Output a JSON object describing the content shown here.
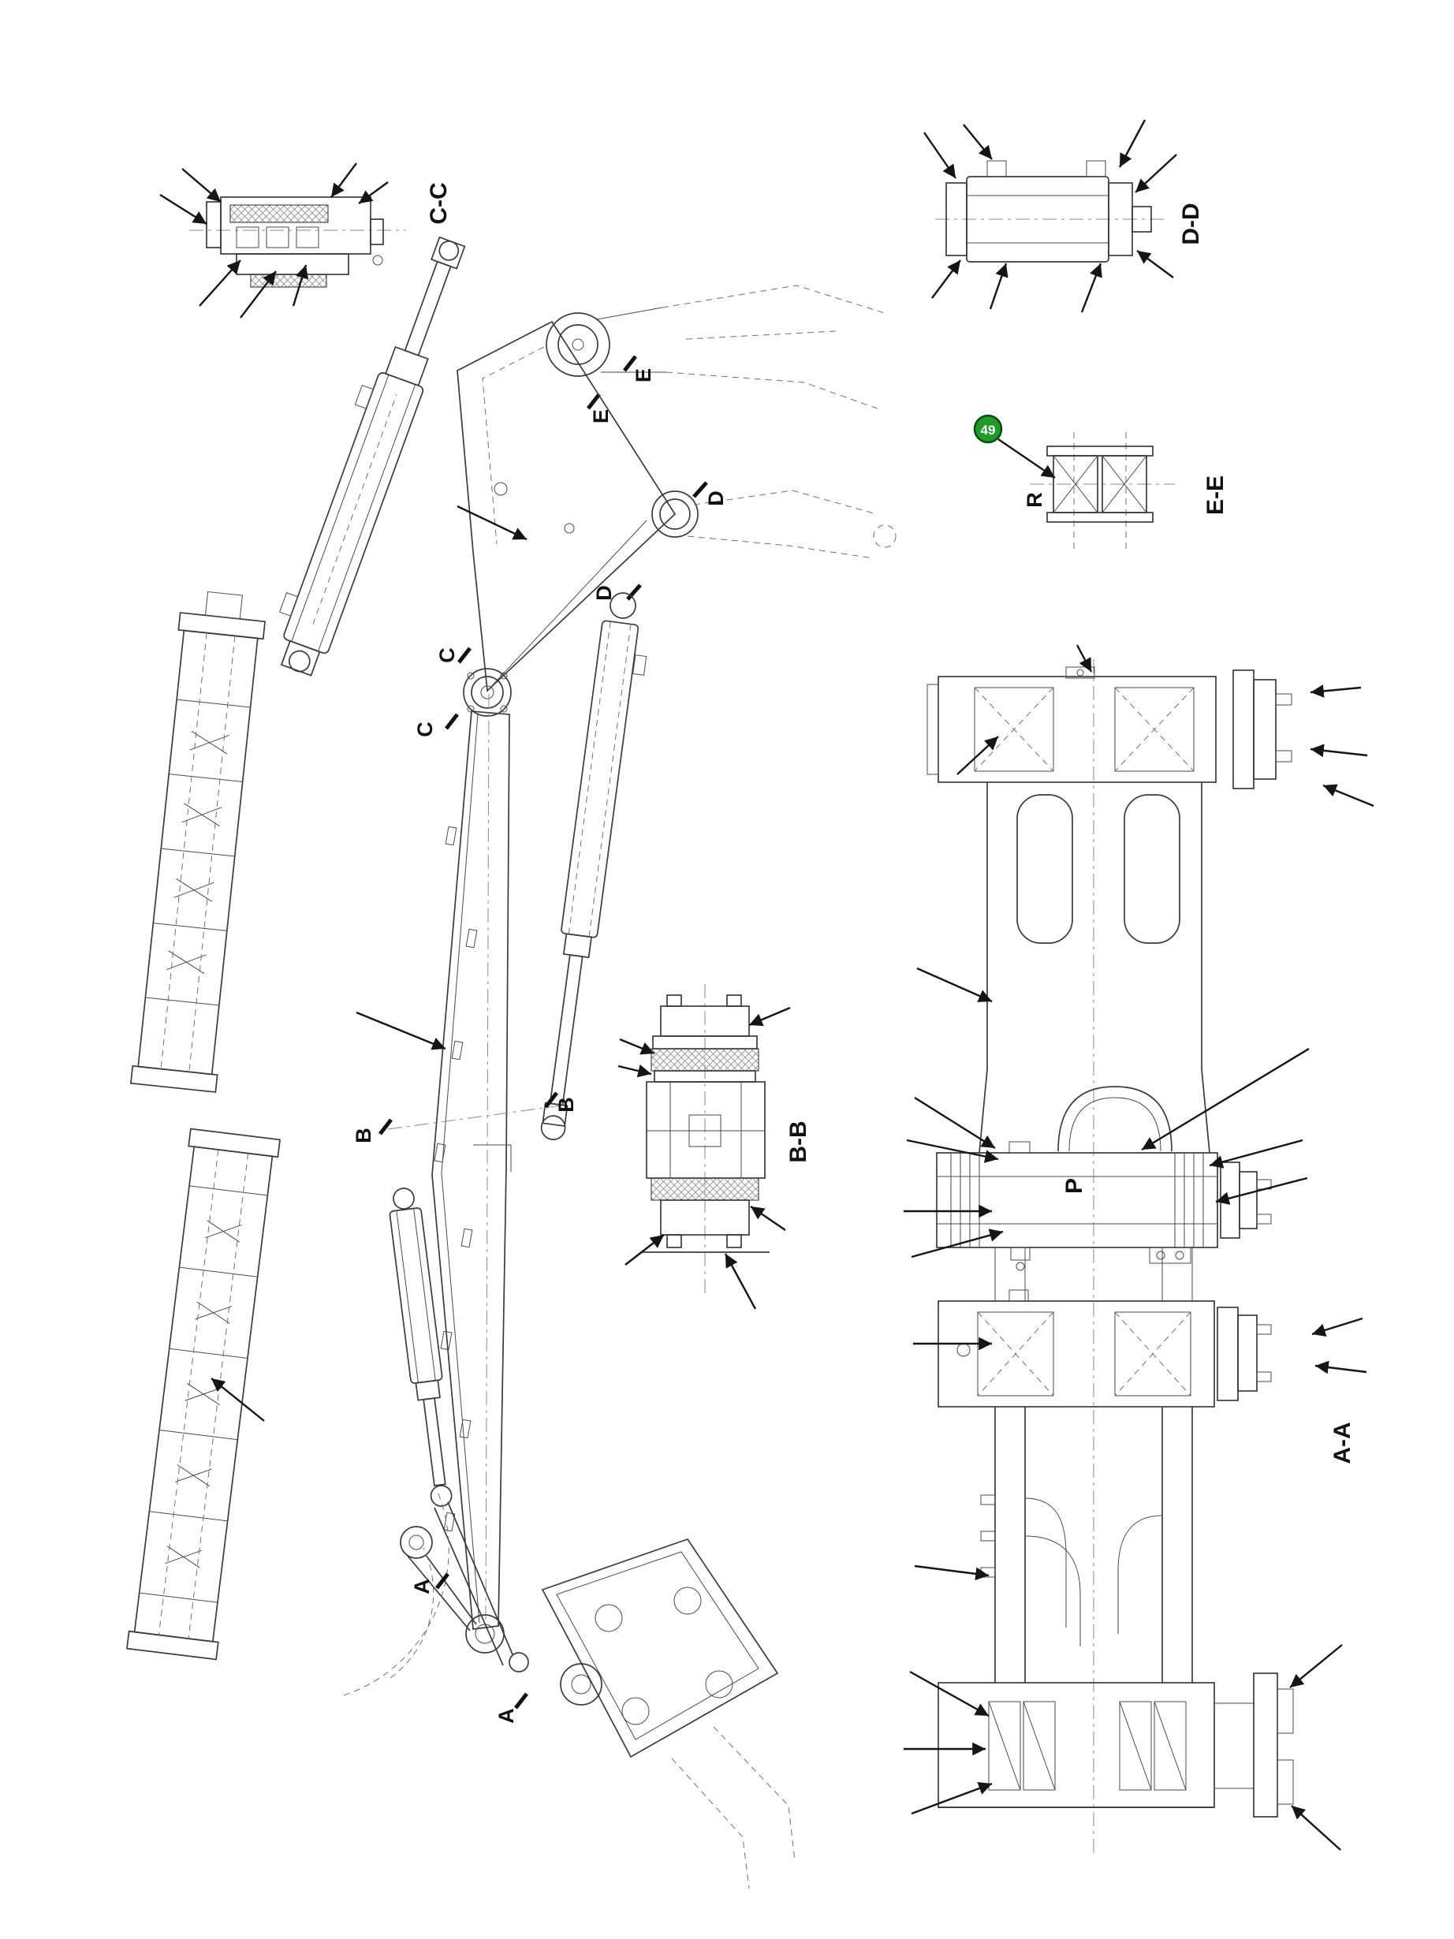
{
  "page": {
    "background": "#ffffff"
  },
  "drawing": {
    "section_labels": {
      "cc": "C-C",
      "dd": "D-D",
      "ee": "E-E",
      "bb": "B-B",
      "aa": "A-A"
    },
    "cut_marks": {
      "e_upper": "E",
      "e_lower": "E",
      "d_upper": "D",
      "d_lower": "D",
      "c_upper": "C",
      "c_lower": "C",
      "b_right": "B",
      "b_left": "B",
      "a_upper": "A",
      "a_lower": "A"
    },
    "part_labels": {
      "p": "P",
      "r": "R"
    },
    "callout": {
      "number": "49",
      "fill": "#1d9a27",
      "stroke": "#0a4d10",
      "text": "#ffffff"
    },
    "ink": "#3b3b3b"
  }
}
